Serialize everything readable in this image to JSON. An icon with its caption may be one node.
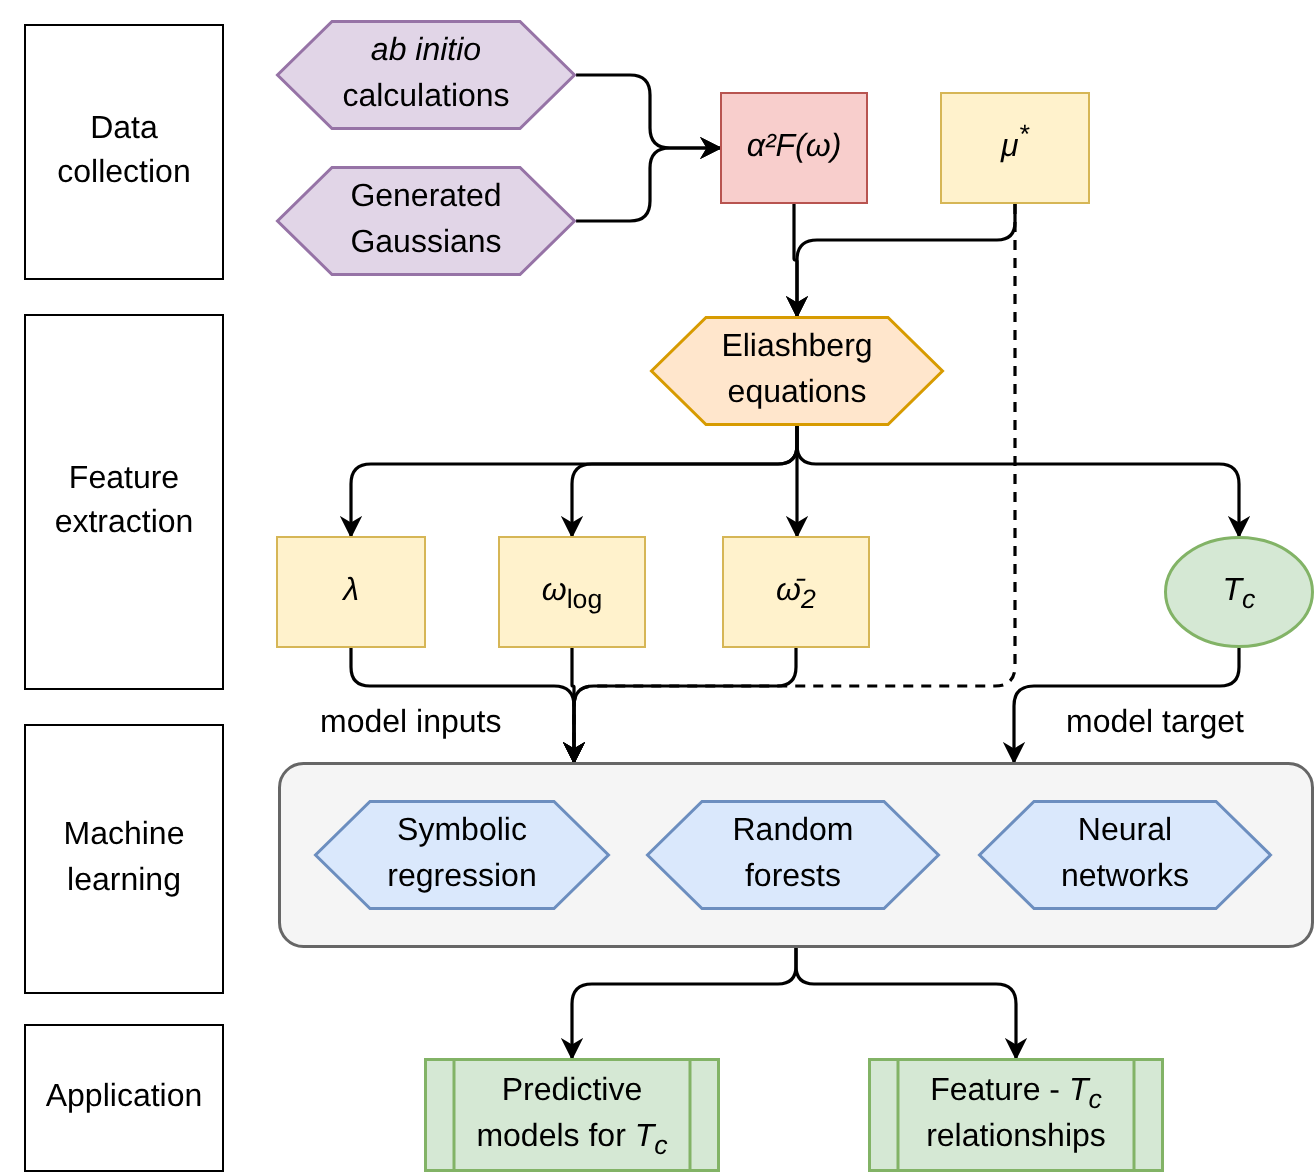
{
  "diagram": {
    "nodes": [
      {
        "text": [
          "Data collection"
        ]
      },
      {
        "text": [
          "Feature extraction"
        ]
      },
      {
        "text": [
          "Machine learning"
        ]
      },
      {
        "text": [
          "Application"
        ]
      },
      {
        "text": [
          "*ab initio* calculations"
        ]
      },
      {
        "text": [
          "Generated Gaussians"
        ]
      },
      {
        "text": [
          "α²F(ω)"
        ]
      },
      {
        "text": [
          "μ$^{*}$"
        ]
      },
      {
        "text": [
          "Eliashberg equations"
        ]
      },
      {
        "text": [
          "λ"
        ]
      },
      {
        "text": [
          "*ω*$_{log}$"
        ]
      },
      {
        "text": [
          "ω̄$_{2}$"
        ]
      },
      {
        "text": [
          "T$_{c}$"
        ]
      },
      {
        "text": [],
        "shape": "box"
      },
      {
        "text": [
          "Symbolic regression"
        ],
        "in": 13
      },
      {
        "text": [
          "Random forests"
        ],
        "in": 13
      },
      {
        "text": [
          "Neural networks"
        ],
        "in": 13
      },
      {
        "text": [
          "Predictive models for *T*$_{c}$"
        ]
      },
      {
        "text": [
          "Feature - *T*$_{c}$ relationships"
        ]
      }
    ],
    "edges": [
      {
        "from": 4,
        "to": 6,
        "arrow": "to"
      },
      {
        "from": 5,
        "to": 6,
        "arrow": "to"
      },
      {
        "from": 6,
        "to": 8,
        "arrow": "to"
      },
      {
        "from": 7,
        "to": 8,
        "arrow": "to"
      },
      {
        "from": 7,
        "to": 13,
        "arrow": "to",
        "style": "dashed"
      },
      {
        "from": 8,
        "to": 9,
        "arrow": "to"
      },
      {
        "from": 8,
        "to": 10,
        "arrow": "to"
      },
      {
        "from": 8,
        "to": 11,
        "arrow": "to"
      },
      {
        "from": 8,
        "to": 12,
        "arrow": "to"
      },
      {
        "from": 9,
        "to": 13,
        "arrow": "to"
      },
      {
        "from": 10,
        "to": 13,
        "arrow": "to"
      },
      {
        "from": 11,
        "to": 13,
        "arrow": "to"
      },
      {
        "from": 12,
        "to": 13,
        "arrow": "to"
      },
      {
        "from": 13,
        "to": 17,
        "arrow": "to"
      },
      {
        "from": 13,
        "to": 18,
        "arrow": "to"
      }
    ],
    "labels": [
      "model inputs",
      "model target"
    ]
  }
}
